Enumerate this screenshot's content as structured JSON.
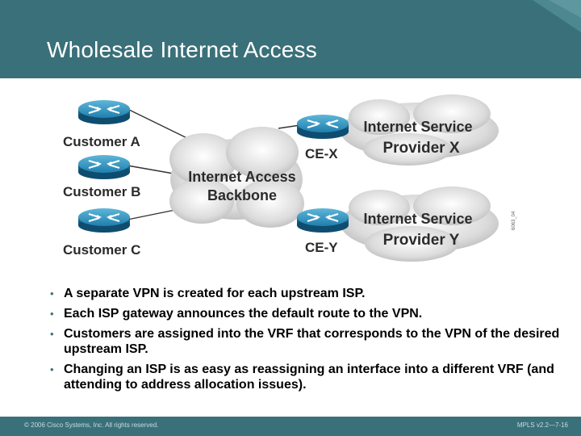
{
  "slide": {
    "title": "Wholesale Internet Access"
  },
  "diagram": {
    "customers": [
      "Customer A",
      "Customer B",
      "Customer C"
    ],
    "backbone_line1": "Internet Access",
    "backbone_line2": "Backbone",
    "ce_x": "CE-X",
    "ce_y": "CE-Y",
    "isp_x_line1": "Internet Service",
    "isp_x_line2": "Provider X",
    "isp_y_line1": "Internet Service",
    "isp_y_line2": "Provider Y",
    "figure_id": "6063_04"
  },
  "bullets": [
    "A separate VPN is created for each upstream ISP.",
    "Each ISP gateway announces the default route to the VPN.",
    "Customers are assigned into the VRF that corresponds to the VPN of the desired upstream ISP.",
    "Changing an ISP is as easy as reassigning an interface into a different VRF (and attending to address allocation issues)."
  ],
  "footer": {
    "copyright": "© 2006 Cisco Systems, Inc. All rights reserved.",
    "page": "MPLS v2.2—7-16"
  }
}
